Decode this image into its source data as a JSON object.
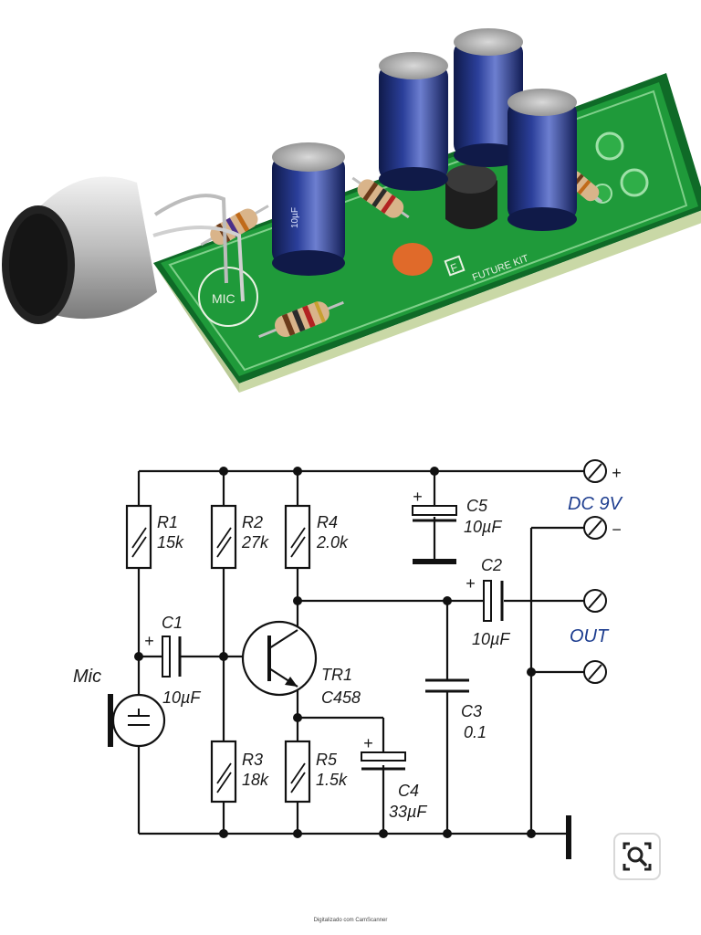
{
  "photo": {
    "board_mic_label": "MIC",
    "board_brand": "FUTURE KIT",
    "board_brand_mark": "F",
    "cap_text": "10µF"
  },
  "schematic": {
    "components": {
      "r1": {
        "name": "R1",
        "value": "15k"
      },
      "r2": {
        "name": "R2",
        "value": "27k"
      },
      "r4": {
        "name": "R4",
        "value": "2.0k"
      },
      "r3": {
        "name": "R3",
        "value": "18k"
      },
      "r5": {
        "name": "R5",
        "value": "1.5k"
      },
      "c1": {
        "name": "C1",
        "value": "10µF"
      },
      "c2": {
        "name": "C2",
        "value": "10µF"
      },
      "c3": {
        "name": "C3",
        "value": "0.1"
      },
      "c4": {
        "name": "C4",
        "value": "33µF"
      },
      "c5": {
        "name": "C5",
        "value": "10µF"
      },
      "tr1": {
        "name": "TR1",
        "value": "C458"
      },
      "mic": {
        "name": "Mic"
      }
    },
    "polarity": {
      "plus": "+",
      "minus": "−"
    },
    "supply_label": "DC 9V",
    "output_label": "OUT",
    "colors": {
      "label_blue": "#1d3d8f",
      "line": "#111111",
      "pcb_green": "#1f9a3a"
    }
  },
  "footer": {
    "scanner_text": "Digitalizado com CamScanner"
  },
  "controls": {
    "zoom_icon": "search-zoom-icon"
  }
}
